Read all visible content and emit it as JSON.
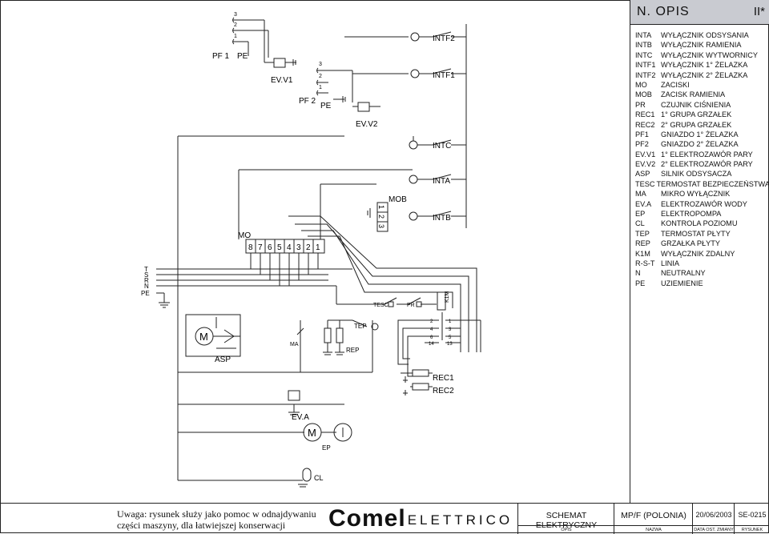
{
  "legend": {
    "title": "N. OPIS",
    "page": "II*",
    "items": [
      {
        "code": "INTA",
        "desc": "WYŁĄCZNIK ODSYSANIA"
      },
      {
        "code": "INTB",
        "desc": "WYŁĄCZNIK RAMIENIA"
      },
      {
        "code": "INTC",
        "desc": "WYŁĄCZNIK WYTWORNICY"
      },
      {
        "code": "INTF1",
        "desc": "WYŁĄCZNIK 1° ŻELAZKA"
      },
      {
        "code": "INTF2",
        "desc": "WYŁĄCZNIK 2° ŻELAZKA"
      },
      {
        "code": "MO",
        "desc": "ZACISKI"
      },
      {
        "code": "MOB",
        "desc": "ZACISK RAMIENIA"
      },
      {
        "code": "PR",
        "desc": "CZUJNIK CIŚNIENIA"
      },
      {
        "code": "REC1",
        "desc": "1° GRUPA GRZAŁEK"
      },
      {
        "code": "REC2",
        "desc": "2° GRUPA GRZAŁEK"
      },
      {
        "code": "PF1",
        "desc": "GNIAZDO 1° ŻELAZKA"
      },
      {
        "code": "PF2",
        "desc": "GNIAZDO 2° ŻELAZKA"
      },
      {
        "code": "EV.V1",
        "desc": "1° ELEKTROZAWÓR PARY"
      },
      {
        "code": "EV.V2",
        "desc": "2° ELEKTROZAWÓR PARY"
      },
      {
        "code": "ASP",
        "desc": "SILNIK ODSYSACZA"
      },
      {
        "code": "TESC",
        "desc": "TERMOSTAT BEZPIECZEŃSTWA"
      },
      {
        "code": "MA",
        "desc": "MIKRO WYŁĄCZNIK"
      },
      {
        "code": "EV.A",
        "desc": "ELEKTROZAWÓR WODY"
      },
      {
        "code": "EP",
        "desc": "ELEKTROPOMPA"
      },
      {
        "code": "CL",
        "desc": "KONTROLA POZIOMU"
      },
      {
        "code": "TEP",
        "desc": "TERMOSTAT PŁYTY"
      },
      {
        "code": "REP",
        "desc": "GRZAŁKA PŁYTY"
      },
      {
        "code": "K1M",
        "desc": "WYŁĄCZNIK ZDALNY"
      },
      {
        "code": "R-S-T",
        "desc": "LINIA"
      },
      {
        "code": "N",
        "desc": "NEUTRALNY"
      },
      {
        "code": "PE",
        "desc": "UZIEMIENIE"
      }
    ]
  },
  "diagram": {
    "lines": [
      "T",
      "S",
      "R",
      "N",
      "PE"
    ],
    "mo_label": "MO",
    "mo_terminals": [
      "8",
      "7",
      "6",
      "5",
      "4",
      "3",
      "2",
      "1"
    ],
    "mob_label": "MOB",
    "mob_terminals": [
      "1",
      "2",
      "3"
    ],
    "pf1": {
      "label": "PF 1",
      "pe": "PE",
      "valve": "EV.V1",
      "pins": [
        "3",
        "2",
        "1"
      ]
    },
    "pf2": {
      "label": "PF 2",
      "pe": "PE",
      "valve": "EV.V2",
      "pins": [
        "3",
        "2",
        "1"
      ]
    },
    "switches": [
      "INTF2",
      "INTF1",
      "INTC",
      "INTA",
      "INTB"
    ],
    "tesc": "TESC",
    "pr": "PR",
    "k1m": "K1M",
    "contact_left": [
      "2",
      "4",
      "6",
      "14"
    ],
    "contact_right": [
      "1",
      "3",
      "5",
      "13"
    ],
    "motor": "M",
    "asp": "ASP",
    "ma": "MA",
    "tep": "TEP",
    "rep": "REP",
    "rec1": "REC1",
    "rec2": "REC2",
    "eva": "EV.A",
    "ep": "EP",
    "cl": "CL"
  },
  "footer": {
    "note_line1": "Uwaga: rysunek służy jako pomoc w odnajdywaniu",
    "note_line2": "części maszyny, dla łatwiejszej konserwacji",
    "brand_logo": "Comel",
    "brand_sub": "ELETTRICO",
    "cells": [
      {
        "value": "SCHEMAT ELEKTRYCZNY",
        "label": "OPIS"
      },
      {
        "value": "MP/F (POLONIA)",
        "label": "NAZWA"
      },
      {
        "value": "20/06/2003",
        "label": "DATA OST. ZMIANY"
      },
      {
        "value": "SE-0215",
        "label": "RYSUNEK"
      }
    ]
  }
}
